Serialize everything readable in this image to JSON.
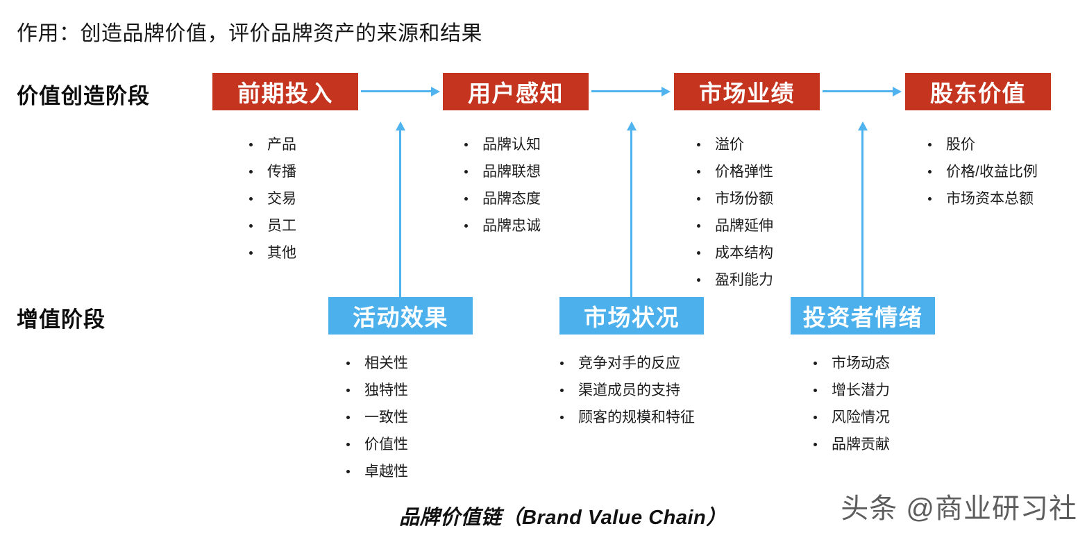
{
  "headline": "作用：创造品牌价值，评价品牌资产的来源和结果",
  "colors": {
    "red_box": "#C5341F",
    "blue_box": "#4CB0EC",
    "arrow": "#4FB3F0",
    "text": "#1a1a1a",
    "background": "#FFFFFF"
  },
  "stages": {
    "value_creation_label": "价值创造阶段",
    "value_added_label": "增值阶段"
  },
  "value_creation": {
    "nodes": [
      {
        "title": "前期投入",
        "items": [
          "产品",
          "传播",
          "交易",
          "员工",
          "其他"
        ]
      },
      {
        "title": "用户感知",
        "items": [
          "品牌认知",
          "品牌联想",
          "品牌态度",
          "品牌忠诚"
        ]
      },
      {
        "title": "市场业绩",
        "items": [
          "溢价",
          "价格弹性",
          "市场份额",
          "品牌延伸",
          "成本结构",
          "盈利能力"
        ]
      },
      {
        "title": "股东价值",
        "items": [
          "股价",
          "价格/收益比例",
          "市场资本总额"
        ]
      }
    ]
  },
  "value_added": {
    "nodes": [
      {
        "title": "活动效果",
        "items": [
          "相关性",
          "独特性",
          "一致性",
          "价值性",
          "卓越性"
        ]
      },
      {
        "title": "市场状况",
        "items": [
          "竞争对手的反应",
          "渠道成员的支持",
          "顾客的规模和特征"
        ]
      },
      {
        "title": "投资者情绪",
        "items": [
          "市场动态",
          "增长潜力",
          "风险情况",
          "品牌贡献"
        ]
      }
    ]
  },
  "footer": {
    "caption": "品牌价值链（Brand Value Chain）",
    "watermark": "头条 @商业研习社"
  }
}
